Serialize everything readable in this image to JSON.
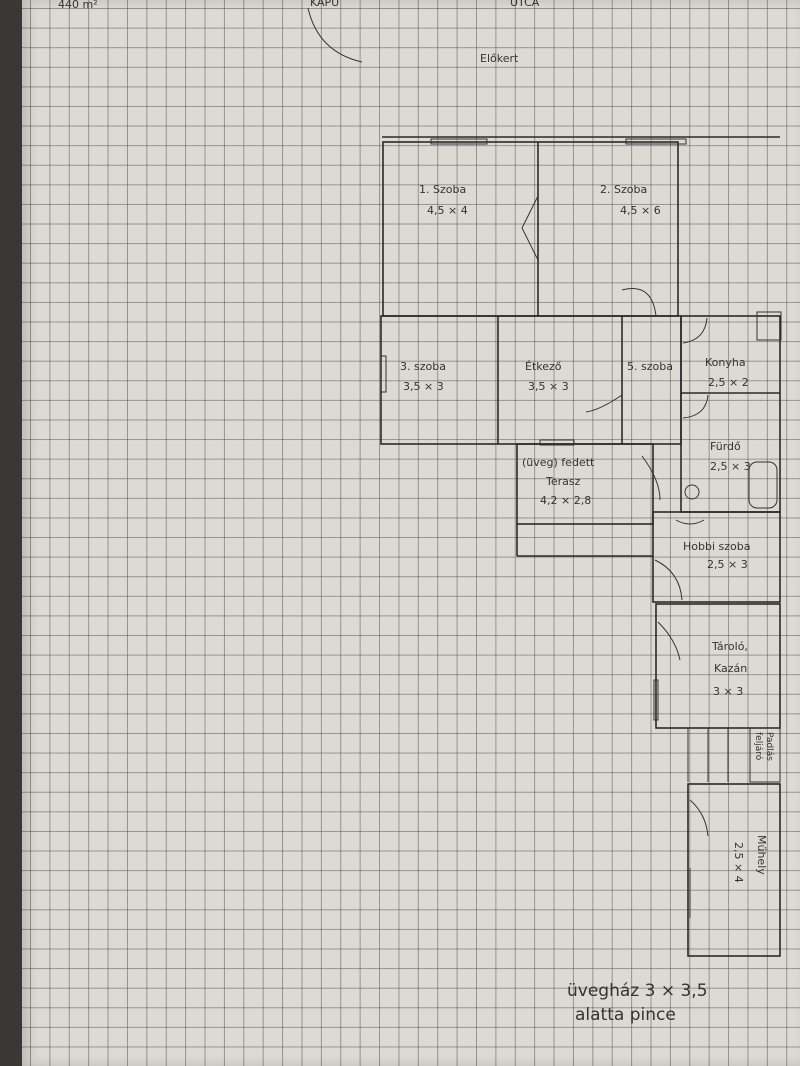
{
  "top": {
    "kapu": "KAPU",
    "utca": "UTCA",
    "corner": "440 m²"
  },
  "elokert": "Előkert",
  "rooms": {
    "szoba1": {
      "name": "1. Szoba",
      "size": "4,5 × 4"
    },
    "szoba2": {
      "name": "2. Szoba",
      "size": "4,5 × 6"
    },
    "szoba3": {
      "name": "3. szoba",
      "size": "3,5 × 3"
    },
    "etkezo": {
      "name": "Étkező",
      "size": "3,5 × 3"
    },
    "szoba5": {
      "name": "5. szoba"
    },
    "konyha": {
      "name": "Konyha",
      "size": "2,5 × 2"
    },
    "furdo": {
      "name": "Fürdő",
      "size": "2,5 × 3"
    },
    "terasz": {
      "name1": "(üveg) fedett",
      "name2": "Terasz",
      "size": "4,2 × 2,8"
    },
    "hobbi": {
      "name": "Hobbi szoba",
      "size": "2,5 × 3"
    },
    "tarolo": {
      "name1": "Tároló,",
      "name2": "Kazán",
      "size": "3 × 3"
    },
    "padlas": {
      "name1": "Padlás",
      "name2": "feljáró"
    },
    "muhely": {
      "name": "Műhely",
      "size": "2,5 × 4"
    }
  },
  "note": {
    "line1": "üvegház 3 × 3,5",
    "line2": "alatta pince"
  }
}
